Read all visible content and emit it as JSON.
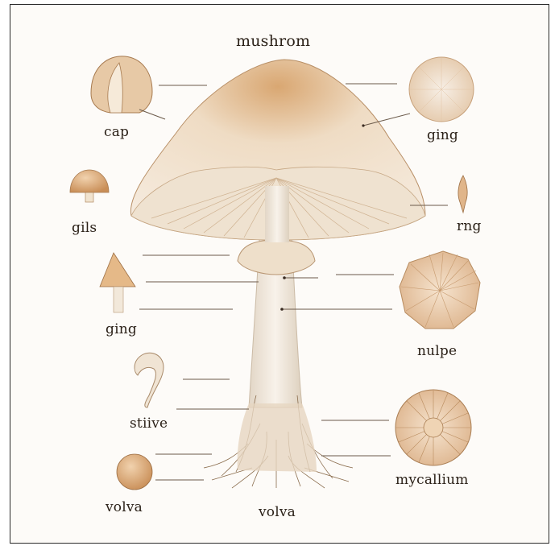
{
  "title": "mushrom",
  "labels": {
    "cap": "cap",
    "gils": "gils",
    "ging_left": "ging",
    "stiive": "stiive",
    "volva_left": "volva",
    "volva_center": "volva",
    "ging_right": "ging",
    "rng": "rng",
    "nulpe": "nulpe",
    "mycallium": "mycallium"
  },
  "colors": {
    "cap_light": "#f3e6d4",
    "cap_dark": "#c9955e",
    "stem": "#efe6da",
    "leader": "#6b5a4a",
    "border": "#2a2a2a"
  }
}
